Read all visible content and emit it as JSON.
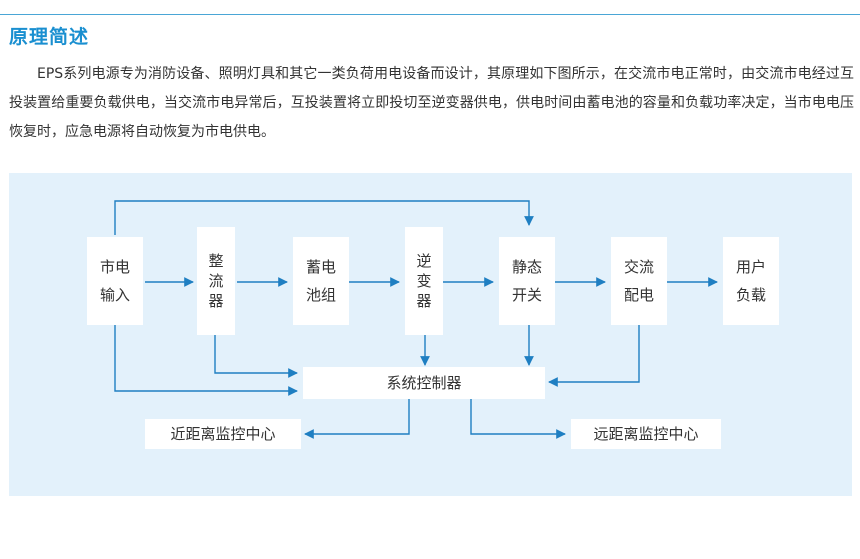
{
  "header": {
    "title": "原理简述"
  },
  "intro": {
    "text": "EPS系列电源专为消防设备、照明灯具和其它一类负荷用电设备而设计，其原理如下图所示，在交流市电正常时，由交流市电经过互投装置给重要负载供电，当交流市电异常后，互投装置将立即投切至逆变器供电，供电时间由蓄电池的容量和负载功率决定，当市电电压恢复时，应急电源将自动恢复为市电供电。"
  },
  "diagram": {
    "nodes": {
      "mains_input": "市电\n输入",
      "rectifier": "整\n流\n器",
      "battery_pack": "蓄电\n池组",
      "inverter": "逆\n变\n器",
      "static_switch": "静态\n开关",
      "ac_distribution": "交流\n配电",
      "user_load": "用户\n负载",
      "system_controller": "系统控制器",
      "near_monitor": "近距离监控中心",
      "remote_monitor": "远距离监控中心"
    },
    "colors": {
      "arrow": "#1f7fc2",
      "panel": "#e3f1fb",
      "title": "#1a8fd0"
    }
  }
}
